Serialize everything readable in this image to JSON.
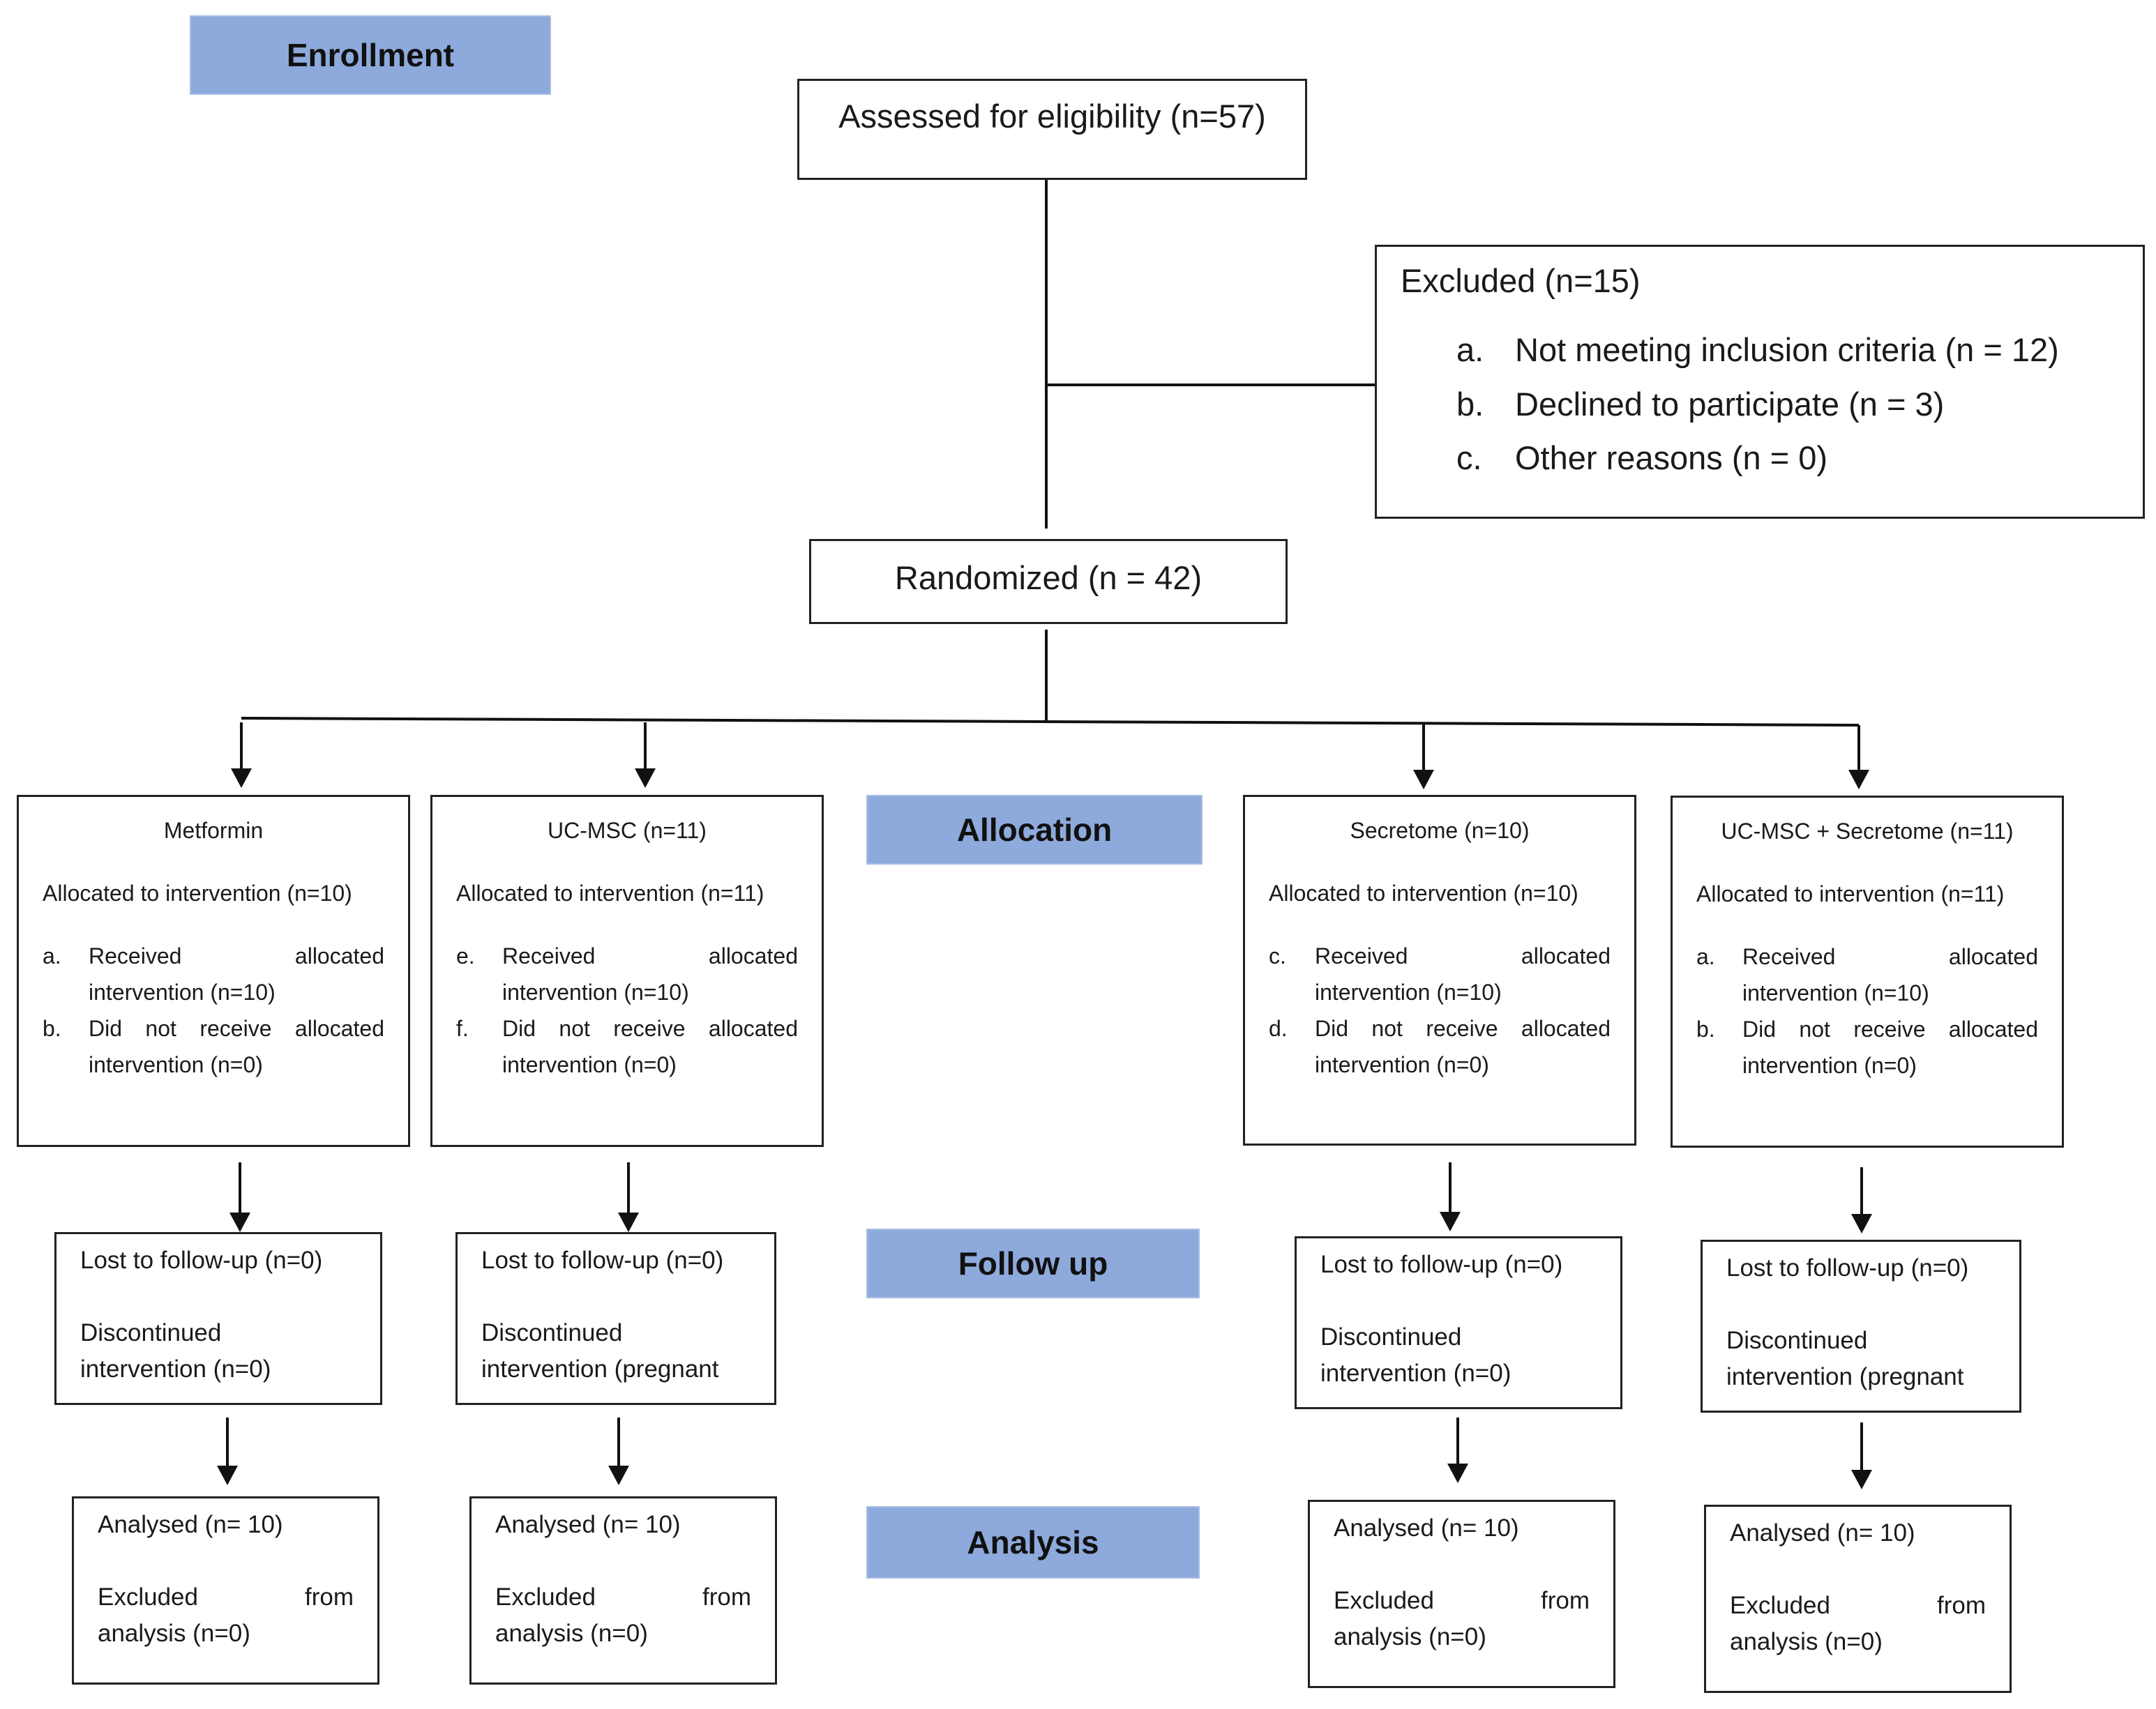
{
  "stages": {
    "enrollment": "Enrollment",
    "allocation": "Allocation",
    "follow_up": "Follow up",
    "analysis": "Analysis"
  },
  "assessed": "Assessed for eligibility (n=57)",
  "excluded": {
    "title": "Excluded (n=15)",
    "items": [
      {
        "label": "a.",
        "text": "Not meeting inclusion criteria (n = 12)"
      },
      {
        "label": "b.",
        "text": "Declined to participate (n = 3)"
      },
      {
        "label": "c.",
        "text": "Other reasons (n = 0)"
      }
    ]
  },
  "randomized": "Randomized (n = 42)",
  "groups": [
    {
      "name": "Metformin",
      "allocated": "Allocated to intervention (n=10)",
      "received_label": "a.",
      "received_1": "Received allocated",
      "received_2": "intervention (n=10)",
      "not_label": "b.",
      "not_1": "Did not receive allocated",
      "not_2": "intervention (n=0)",
      "lost": "Lost to follow-up (n=0)",
      "discontinued_1": "Discontinued",
      "discontinued_2": "intervention (n=0)",
      "analysed": "Analysed (n= 10)",
      "excluded_1": "Excluded from",
      "excluded_2": "analysis (n=0)"
    },
    {
      "name": "UC-MSC (n=11)",
      "allocated": "Allocated to intervention (n=11)",
      "received_label": "e.",
      "received_1": "Received allocated",
      "received_2": "intervention (n=10)",
      "not_label": "f.",
      "not_1": "Did not receive allocated",
      "not_2": "intervention (n=0)",
      "lost": "Lost to follow-up (n=0)",
      "discontinued_1": "Discontinued",
      "discontinued_2": "intervention (pregnant",
      "analysed": "Analysed (n= 10)",
      "excluded_1": "Excluded from",
      "excluded_2": "analysis (n=0)"
    },
    {
      "name": "Secretome (n=10)",
      "allocated": "Allocated to intervention (n=10)",
      "received_label": "c.",
      "received_1": "Received allocated",
      "received_2": "intervention (n=10)",
      "not_label": "d.",
      "not_1": "Did not receive allocated",
      "not_2": "intervention (n=0)",
      "lost": "Lost to follow-up (n=0)",
      "discontinued_1": "Discontinued",
      "discontinued_2": "intervention (n=0)",
      "analysed": "Analysed (n= 10)",
      "excluded_1": "Excluded from",
      "excluded_2": "analysis (n=0)"
    },
    {
      "name": "UC-MSC + Secretome (n=11)",
      "allocated": "Allocated to intervention (n=11)",
      "received_label": "a.",
      "received_1": "Received allocated",
      "received_2": "intervention (n=10)",
      "not_label": "b.",
      "not_1": "Did not receive allocated",
      "not_2": "intervention (n=0)",
      "lost": "Lost to follow-up (n=0)",
      "discontinued_1": "Discontinued",
      "discontinued_2": "intervention (pregnant",
      "analysed": "Analysed (n= 10)",
      "excluded_1": "Excluded from",
      "excluded_2": "analysis (n=0)"
    }
  ]
}
